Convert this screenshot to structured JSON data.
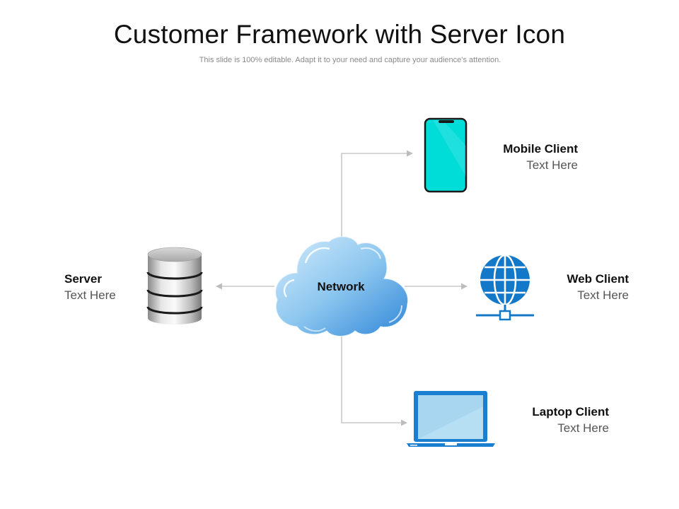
{
  "slide": {
    "title": "Customer Framework with Server Icon",
    "subtitle": "This slide is 100% editable. Adapt it to your need and capture your audience’s attention."
  },
  "nodes": {
    "network": {
      "label": "Network"
    },
    "server": {
      "title": "Server",
      "text": "Text Here"
    },
    "mobile": {
      "title": "Mobile Client",
      "text": "Text Here"
    },
    "web": {
      "title": "Web Client",
      "text": "Text Here"
    },
    "laptop": {
      "title": "Laptop Client",
      "text": "Text Here"
    }
  },
  "icons": {
    "server": "server-database-icon",
    "network": "cloud-icon",
    "mobile": "smartphone-icon",
    "web": "globe-network-icon",
    "laptop": "laptop-icon"
  },
  "colors": {
    "connector": "#bdbdbd",
    "phone_screen": "#00dcd8",
    "web_blue": "#1478c8",
    "laptop_blue": "#1a7fd0",
    "laptop_screen": "#a8d6f0"
  }
}
